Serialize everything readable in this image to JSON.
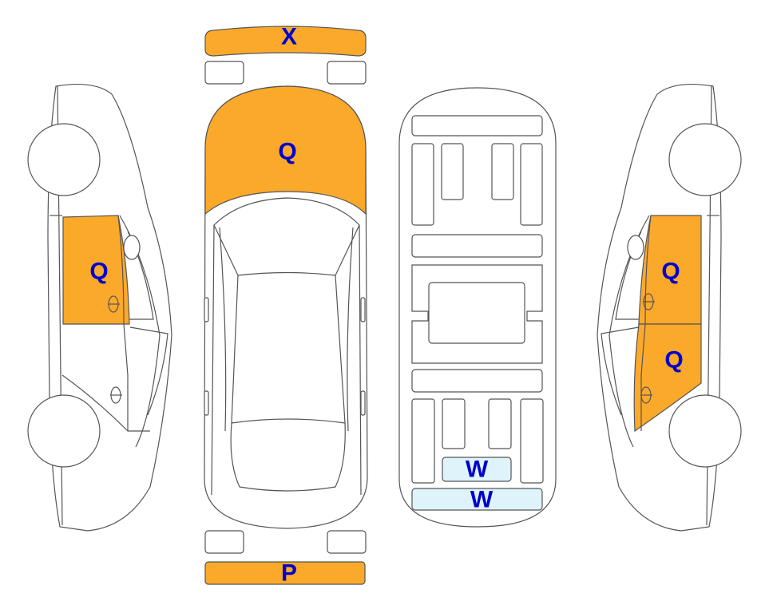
{
  "colors": {
    "damage_fill": "#FBA92B",
    "glass_fill": "#DFF4FA",
    "code_text": "#0000CC",
    "outline": "#555555"
  },
  "marks": {
    "front_bumper": "X",
    "hood": "Q",
    "left_front_door": "Q",
    "right_front_door": "Q",
    "right_rear_door": "Q",
    "rear_bumper": "P",
    "floor_panel_upper": "W",
    "floor_panel_lower": "W"
  }
}
